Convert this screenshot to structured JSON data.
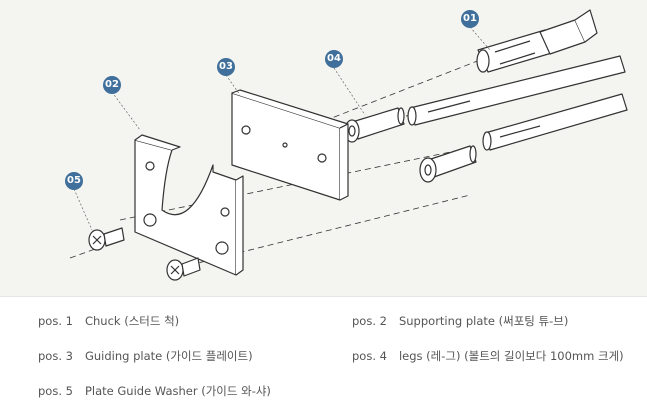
{
  "labels": {
    "p01": "01",
    "p02": "02",
    "p03": "03",
    "p04": "04",
    "p05": "05"
  },
  "legend": [
    {
      "pos": "pos. 1",
      "text": "Chuck (스터드 척)"
    },
    {
      "pos": "pos. 2",
      "text": "Supporting plate (써포팅 튜-브)"
    },
    {
      "pos": "pos. 3",
      "text": "Guiding plate (가이드 플레이트)"
    },
    {
      "pos": "pos. 4",
      "text": "legs (레-그)  (볼트의 길이보다 100mm 크게)"
    },
    {
      "pos": "pos. 5",
      "text": "Plate Guide Washer  (가이드 와-샤)"
    }
  ],
  "colors": {
    "badge": "#3f6f9a",
    "line": "#333333",
    "background": "#f4f4f1"
  }
}
